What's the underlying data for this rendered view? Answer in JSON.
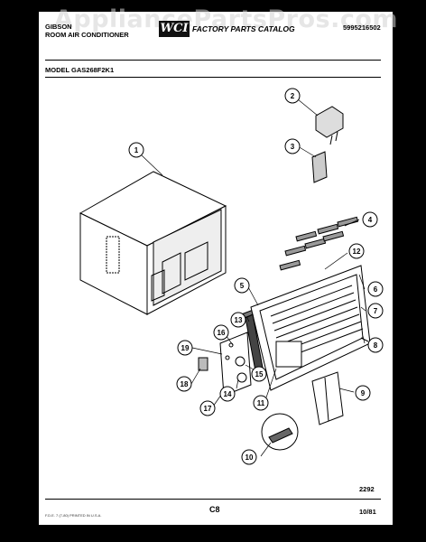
{
  "header": {
    "brand": "GIBSON",
    "product": "ROOM AIR CONDITIONER",
    "logo": "WCI",
    "catalog_title": "FACTORY PARTS CATALOG",
    "part_number": "5995216502"
  },
  "watermark": "AppliancePartsPros.com",
  "model": "MODEL GAS268F2K1",
  "callouts": [
    "1",
    "2",
    "3",
    "4",
    "5",
    "6",
    "7",
    "8",
    "9",
    "10",
    "11",
    "12",
    "13",
    "14",
    "15",
    "16",
    "17",
    "18",
    "19"
  ],
  "footer": {
    "ref": "2292",
    "page": "C8",
    "date": "10/81",
    "fine_print": "F.D.E. 7 (7-80) PRINTED IN U.S.A."
  },
  "colors": {
    "ink": "#000000",
    "paper": "#ffffff",
    "frame": "#000000"
  }
}
